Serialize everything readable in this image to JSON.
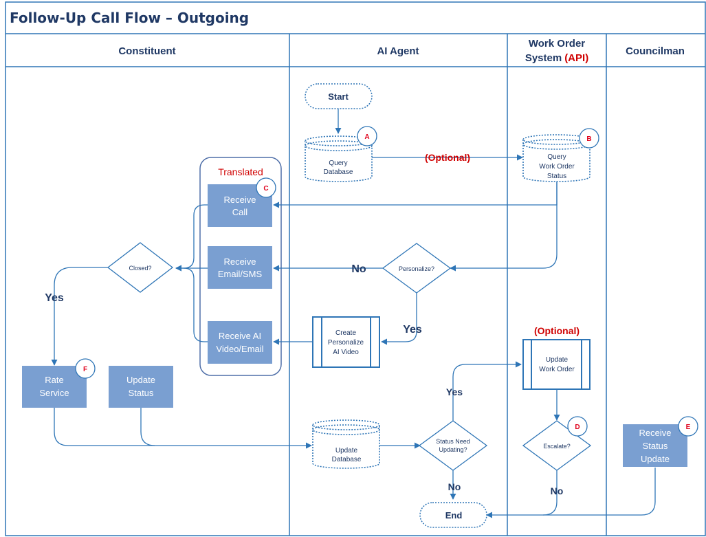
{
  "title": "Follow-Up Call Flow – Outgoing",
  "lanes": {
    "constituent": "Constituent",
    "ai_agent": "AI Agent",
    "work_order_line1": "Work Order",
    "work_order_line2": "System",
    "work_order_api": "(API)",
    "councilman": "Councilman"
  },
  "group": {
    "title": "Translated"
  },
  "nodes": {
    "start": "Start",
    "end": "End",
    "query_database": [
      "Query",
      "Database"
    ],
    "query_work_order": [
      "Query",
      "Work Order",
      "Status"
    ],
    "receive_call": [
      "Receive",
      "Call"
    ],
    "receive_email_sms": [
      "Receive",
      "Email/SMS"
    ],
    "receive_ai_video": [
      "Receive AI",
      "Video/Email"
    ],
    "closed": "Closed?",
    "personalize": "Personalize?",
    "create_video": [
      "Create",
      "Personalize",
      "AI Video"
    ],
    "rate_service": [
      "Rate",
      "Service"
    ],
    "update_status": [
      "Update",
      "Status"
    ],
    "update_database": [
      "Update",
      "Database"
    ],
    "status_need_updating": [
      "Status Need",
      "Updating?"
    ],
    "update_work_order": [
      "Update",
      "Work Order"
    ],
    "escalate": "Escalate?",
    "receive_status_update": [
      "Receive",
      "Status",
      "Update"
    ]
  },
  "badges": {
    "a": "A",
    "b": "B",
    "c": "C",
    "d": "D",
    "e": "E",
    "f": "F"
  },
  "edge_labels": {
    "optional_query": "(Optional)",
    "optional_update": "(Optional)",
    "no_personalize": "No",
    "yes_personalize": "Yes",
    "yes_closed": "Yes",
    "yes_status": "Yes",
    "no_status": "No",
    "no_escalate": "No"
  },
  "colors": {
    "line": "#2e75b6",
    "box_fill": "#7a9fd1",
    "title_text": "#1f3864",
    "accent_red": "#d00000",
    "badge_red": "#e0001b"
  }
}
